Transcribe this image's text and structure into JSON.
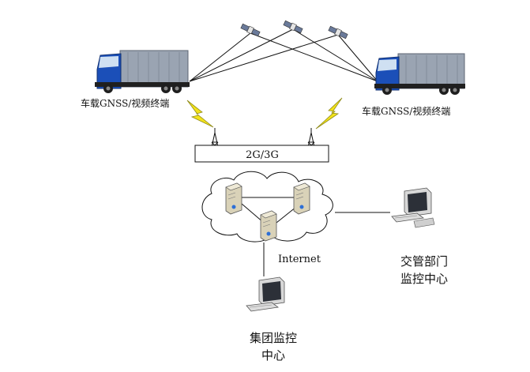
{
  "labels": {
    "truck_left": "车载GNSS/视频终端",
    "truck_right": "车载GNSS/视频终端",
    "network_box": "2G/3G",
    "internet": "Internet",
    "traffic_center_line1": "交管部门",
    "traffic_center_line2": "监控中心",
    "group_center_line1": "集团监控",
    "group_center_line2": "中心"
  },
  "colors": {
    "line": "#111111",
    "truck_cab": "#1b4fb8",
    "truck_box": "#9aa4b2",
    "lightning": "#f2e21a",
    "server": "#d9d2b8",
    "screen": "#2c3038"
  }
}
